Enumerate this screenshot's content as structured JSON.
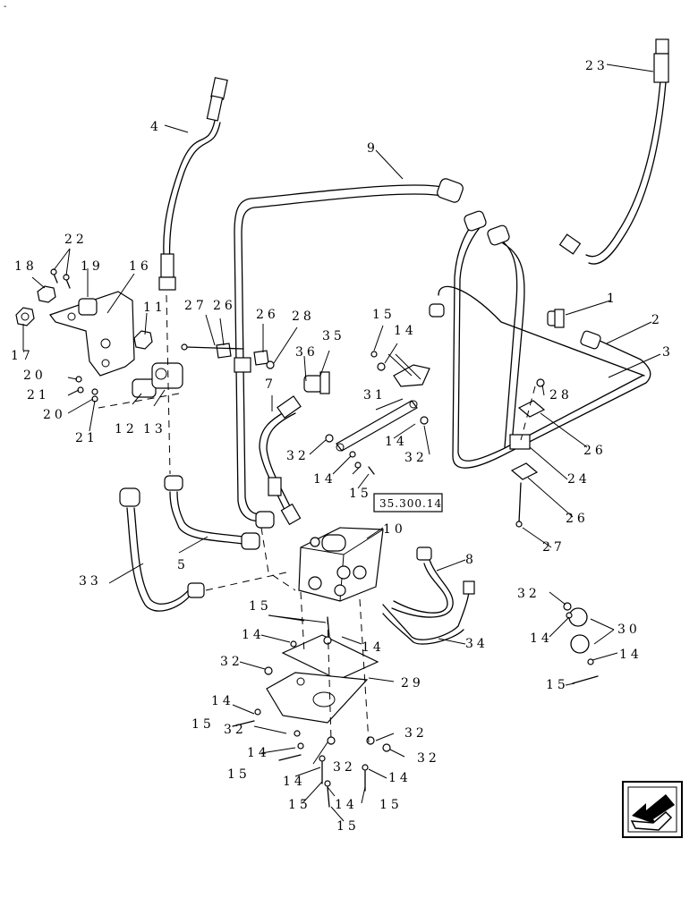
{
  "corner_mark": "-",
  "reference": "35.300.14",
  "labels": {
    "l1": "1",
    "l2": "2",
    "l3": "3",
    "l4": "4",
    "l5": "5",
    "l7": "7",
    "l8": "8",
    "l9": "9",
    "l10": "10",
    "l11": "11",
    "l12": "12",
    "l13": "13",
    "l14a": "14",
    "l14b": "14",
    "l14c": "14",
    "l14d": "14",
    "l14e": "14",
    "l14f": "14",
    "l14g": "14",
    "l14h": "14",
    "l14i": "14",
    "l14j": "14",
    "l14k": "14",
    "l14l": "14",
    "l15a": "15",
    "l15b": "15",
    "l15c": "15",
    "l15d": "15",
    "l15e": "15",
    "l15f": "15",
    "l15g": "15",
    "l15h": "15",
    "l15i": "15",
    "l16": "16",
    "l17": "17",
    "l18": "18",
    "l19": "19",
    "l20a": "20",
    "l20b": "20",
    "l21a": "21",
    "l21b": "21",
    "l22": "22",
    "l23": "23",
    "l24": "24",
    "l26a": "26",
    "l26b": "26",
    "l26c": "26",
    "l26d": "26",
    "l27a": "27",
    "l27b": "27",
    "l28a": "28",
    "l28b": "28",
    "l29": "29",
    "l30": "30",
    "l31": "31",
    "l32a": "32",
    "l32b": "32",
    "l32c": "32",
    "l32d": "32",
    "l32e": "32",
    "l32f": "32",
    "l32g": "32",
    "l32h": "32",
    "l33": "33",
    "l34": "34",
    "l35": "35",
    "l36": "36"
  },
  "icons": {
    "navigation": "next-page-arrow-icon"
  }
}
